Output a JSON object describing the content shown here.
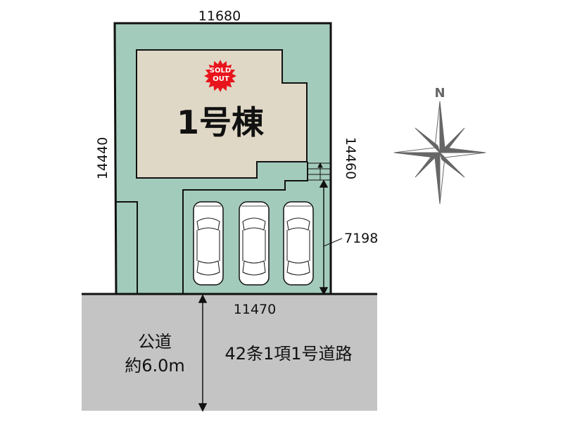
{
  "dimensions": {
    "top": "11680",
    "left": "14440",
    "right": "14460",
    "parking_depth": "7198",
    "frontage": "11470"
  },
  "building": {
    "label": "1号棟",
    "badge_line1": "SOLD",
    "badge_line2": "OUT"
  },
  "road": {
    "type_line1": "公道",
    "type_line2": "約6.0m",
    "classification": "42条1項1号道路"
  },
  "compass": {
    "north_label": "N"
  },
  "parking": {
    "cars": 3
  },
  "colors": {
    "lot": "#a3cbbb",
    "house": "#e0d8c6",
    "road": "#c4c4c4",
    "sold": "#e8141c",
    "compass": "#666666"
  }
}
